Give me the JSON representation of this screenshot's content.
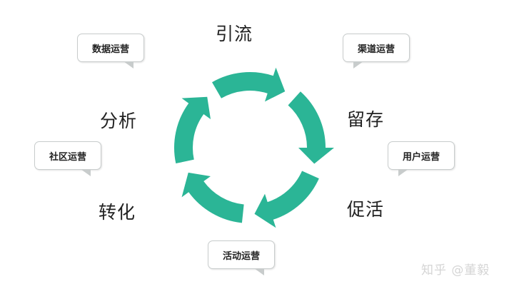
{
  "stages": {
    "s1": "引流",
    "s2": "留存",
    "s3": "促活",
    "s4": "转化",
    "s5": "分析"
  },
  "callouts": {
    "data": "数据运营",
    "channel": "渠道运营",
    "user": "用户运营",
    "community": "社区运营",
    "activity": "活动运营"
  },
  "watermark": "知乎 @董毅",
  "colors": {
    "arrow": "#2bb596"
  }
}
